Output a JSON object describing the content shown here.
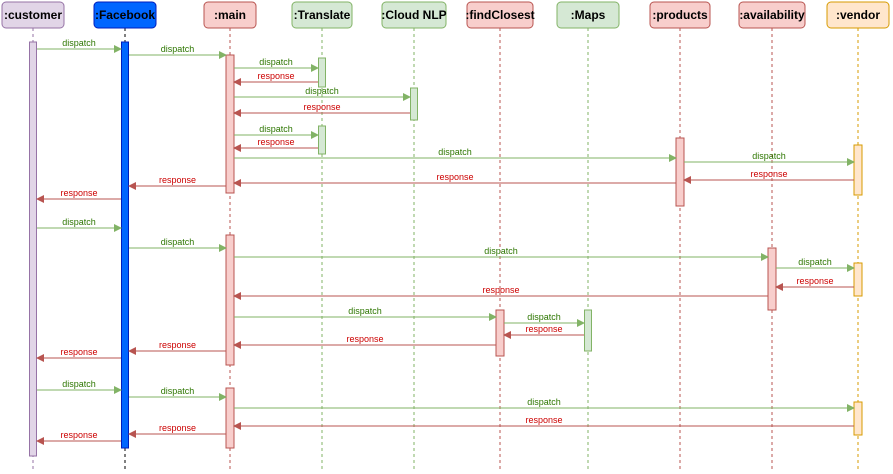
{
  "participants": [
    {
      "id": "customer",
      "label": ":customer",
      "fill": "#e1d5e7",
      "stroke": "#9673a6",
      "text": "#000000"
    },
    {
      "id": "facebook",
      "label": ":Facebook",
      "fill": "#0066ff",
      "stroke": "#001dbc",
      "text": "#000000"
    },
    {
      "id": "main",
      "label": ":main",
      "fill": "#f8cecc",
      "stroke": "#b85450",
      "text": "#000000"
    },
    {
      "id": "translate",
      "label": ":Translate",
      "fill": "#d5e8d4",
      "stroke": "#82b366",
      "text": "#000000"
    },
    {
      "id": "cloudnlp",
      "label": ":Cloud NLP",
      "fill": "#d5e8d4",
      "stroke": "#82b366",
      "text": "#000000"
    },
    {
      "id": "findclosest",
      "label": ":findClosest",
      "fill": "#f8cecc",
      "stroke": "#b85450",
      "text": "#000000"
    },
    {
      "id": "maps",
      "label": ":Maps",
      "fill": "#d5e8d4",
      "stroke": "#82b366",
      "text": "#000000"
    },
    {
      "id": "products",
      "label": ":products",
      "fill": "#f8cecc",
      "stroke": "#b85450",
      "text": "#000000"
    },
    {
      "id": "availability",
      "label": ":availability",
      "fill": "#f8cecc",
      "stroke": "#b85450",
      "text": "#000000"
    },
    {
      "id": "vendor",
      "label": ":vendor",
      "fill": "#ffe6cc",
      "stroke": "#d79b00",
      "text": "#000000"
    }
  ],
  "colors": {
    "dispatch": "#82b366",
    "response": "#b85450",
    "dispatch_text": "#2d7600",
    "response_text": "#cc0000"
  },
  "messages": [
    {
      "from": "customer",
      "to": "facebook",
      "label": "dispatch",
      "kind": "dispatch"
    },
    {
      "from": "facebook",
      "to": "main",
      "label": "dispatch",
      "kind": "dispatch"
    },
    {
      "from": "main",
      "to": "translate",
      "label": "dispatch",
      "kind": "dispatch"
    },
    {
      "from": "translate",
      "to": "main",
      "label": "response",
      "kind": "response"
    },
    {
      "from": "main",
      "to": "cloudnlp",
      "label": "dispatch",
      "kind": "dispatch"
    },
    {
      "from": "cloudnlp",
      "to": "main",
      "label": "response",
      "kind": "response"
    },
    {
      "from": "main",
      "to": "translate",
      "label": "dispatch",
      "kind": "dispatch"
    },
    {
      "from": "translate",
      "to": "main",
      "label": "response",
      "kind": "response"
    },
    {
      "from": "main",
      "to": "products",
      "label": "dispatch",
      "kind": "dispatch"
    },
    {
      "from": "products",
      "to": "vendor",
      "label": "dispatch",
      "kind": "dispatch"
    },
    {
      "from": "vendor",
      "to": "products",
      "label": "response",
      "kind": "response"
    },
    {
      "from": "products",
      "to": "main",
      "label": "response",
      "kind": "response"
    },
    {
      "from": "main",
      "to": "facebook",
      "label": "response",
      "kind": "response"
    },
    {
      "from": "facebook",
      "to": "customer",
      "label": "response",
      "kind": "response"
    },
    {
      "from": "customer",
      "to": "facebook",
      "label": "dispatch",
      "kind": "dispatch"
    },
    {
      "from": "facebook",
      "to": "main",
      "label": "dispatch",
      "kind": "dispatch"
    },
    {
      "from": "main",
      "to": "availability",
      "label": "dispatch",
      "kind": "dispatch"
    },
    {
      "from": "availability",
      "to": "vendor",
      "label": "dispatch",
      "kind": "dispatch"
    },
    {
      "from": "vendor",
      "to": "availability",
      "label": "response",
      "kind": "response"
    },
    {
      "from": "availability",
      "to": "main",
      "label": "response",
      "kind": "response"
    },
    {
      "from": "main",
      "to": "findclosest",
      "label": "dispatch",
      "kind": "dispatch"
    },
    {
      "from": "findclosest",
      "to": "maps",
      "label": "dispatch",
      "kind": "dispatch"
    },
    {
      "from": "maps",
      "to": "findclosest",
      "label": "response",
      "kind": "response"
    },
    {
      "from": "findclosest",
      "to": "main",
      "label": "response",
      "kind": "response"
    },
    {
      "from": "main",
      "to": "facebook",
      "label": "response",
      "kind": "response"
    },
    {
      "from": "facebook",
      "to": "customer",
      "label": "response",
      "kind": "response"
    },
    {
      "from": "customer",
      "to": "facebook",
      "label": "dispatch",
      "kind": "dispatch"
    },
    {
      "from": "facebook",
      "to": "main",
      "label": "dispatch",
      "kind": "dispatch"
    },
    {
      "from": "main",
      "to": "vendor",
      "label": "dispatch",
      "kind": "dispatch"
    },
    {
      "from": "vendor",
      "to": "main",
      "label": "response",
      "kind": "response"
    },
    {
      "from": "main",
      "to": "facebook",
      "label": "response",
      "kind": "response"
    },
    {
      "from": "facebook",
      "to": "customer",
      "label": "response",
      "kind": "response"
    }
  ]
}
